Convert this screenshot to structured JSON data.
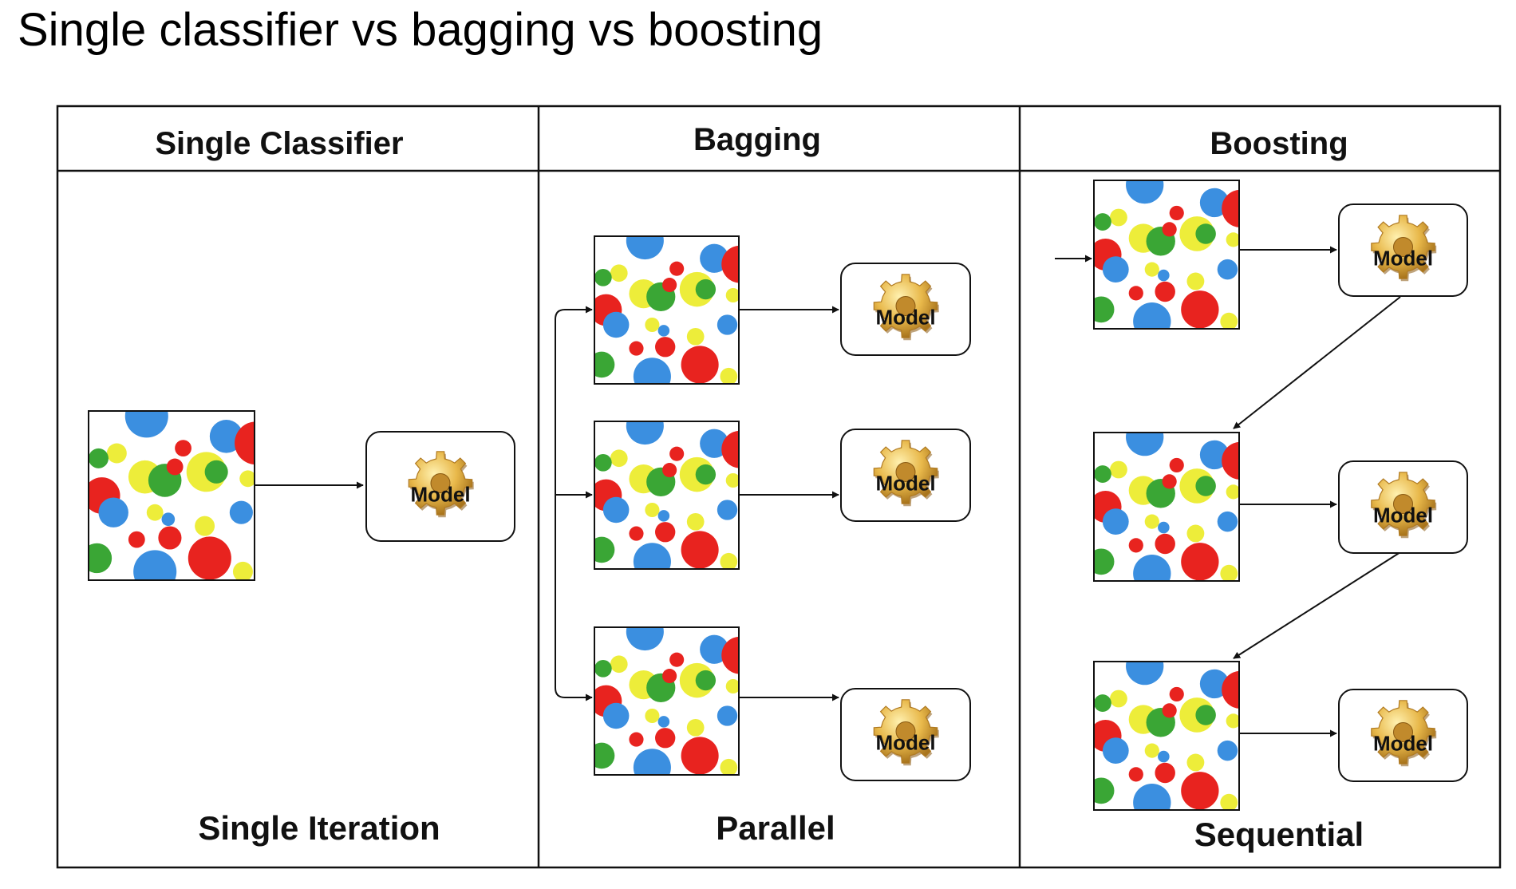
{
  "title": "Single classifier vs bagging vs boosting",
  "model_label": "Model",
  "panels": [
    {
      "header": "Single Classifier",
      "footer": "Single Iteration",
      "rows": 1
    },
    {
      "header": "Bagging",
      "footer": "Parallel",
      "rows": 3
    },
    {
      "header": "Boosting",
      "footer": "Sequential",
      "rows": 3
    }
  ],
  "colors": {
    "red": "#e8231f",
    "blue": "#3b8fe0",
    "green": "#3aa635",
    "yellow": "#eded3a",
    "gear": "#e8b84a",
    "border": "#000000"
  },
  "icons": [
    "dataset-icon",
    "gear-icon",
    "arrow-icon"
  ]
}
